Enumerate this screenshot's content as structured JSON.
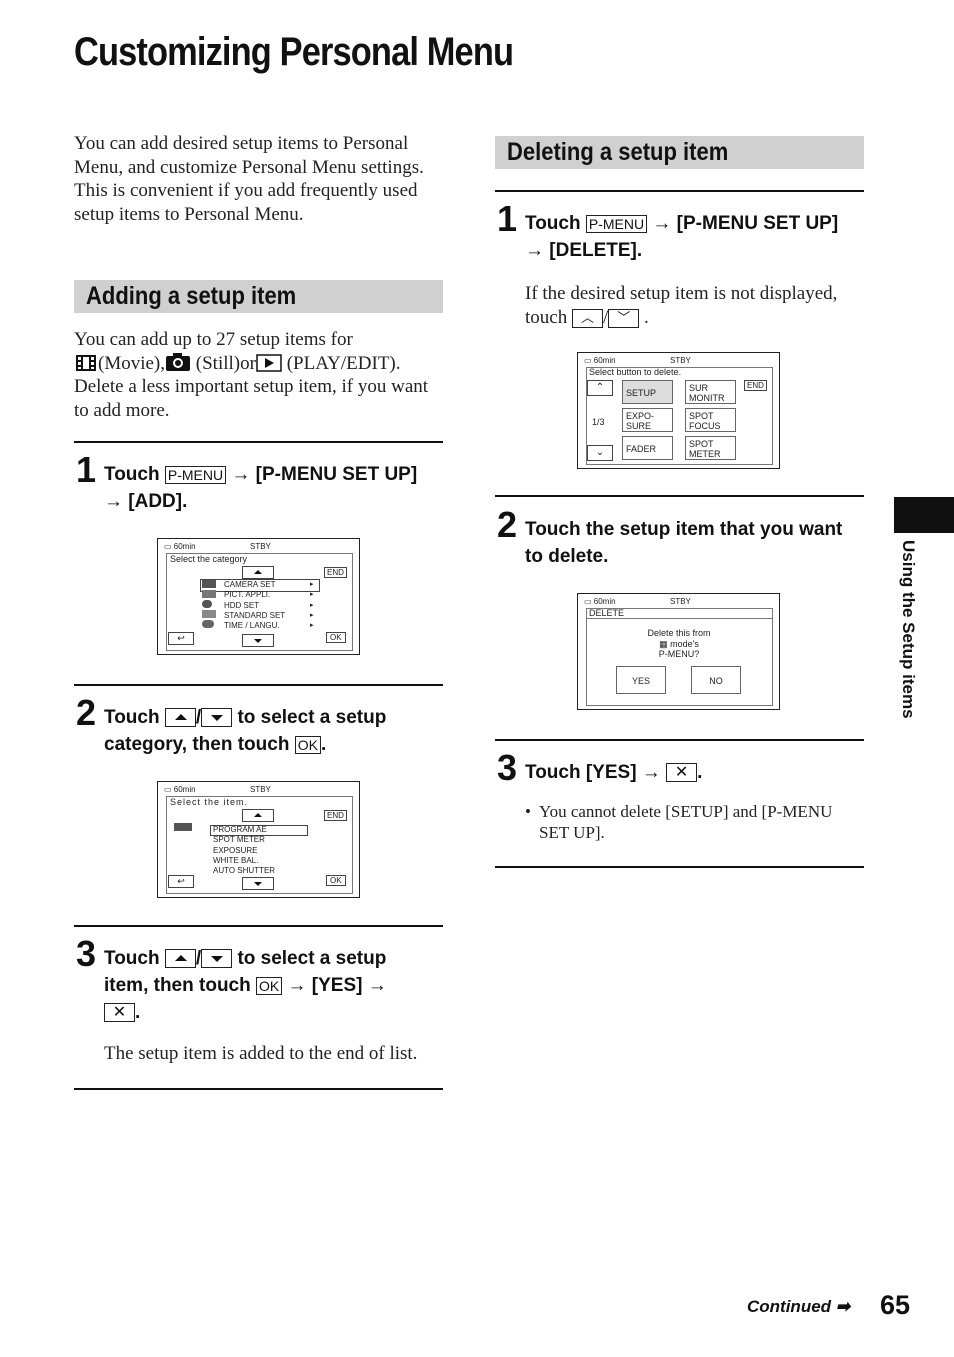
{
  "title": "Customizing Personal Menu",
  "intro": "You can add desired setup items to Personal Menu, and customize Personal Menu settings. This is convenient if you add frequently used setup items to Personal Menu.",
  "adding": {
    "heading": "Adding a setup item",
    "desc_1": "You can add up to 27 setup items for",
    "desc_movie": "(Movie),",
    "desc_still": "(Still)or",
    "desc_play": "(PLAY/EDIT).",
    "desc_2": "Delete a less important setup item, if you want to add more.",
    "step1": {
      "num": "1",
      "touch": "Touch",
      "pmenu": "P-MENU",
      "a1": "→ [P-MENU SET UP]",
      "a2": "→ [ADD]."
    },
    "screen1": {
      "battery": "60min",
      "stby": "STBY",
      "header": "Select the category",
      "items": [
        "CAMERA SET",
        "PICT. APPLI.",
        "HDD SET",
        "STANDARD SET",
        "TIME / LANGU."
      ],
      "end": "END",
      "ok": "OK"
    },
    "step2": {
      "num": "2",
      "touch": "Touch",
      "slash": "/",
      "t1": "to select a setup",
      "t2": "category, then touch",
      "ok": "OK",
      "period": "."
    },
    "screen2": {
      "battery": "60min",
      "stby": "STBY",
      "header": "Select the item.",
      "items": [
        "PROGRAM AE",
        "SPOT METER",
        "EXPOSURE",
        "WHITE BAL.",
        "AUTO SHUTTER"
      ],
      "end": "END",
      "ok": "OK"
    },
    "step3": {
      "num": "3",
      "touch": "Touch",
      "slash": "/",
      "t1": "to select a setup",
      "t2": "item, then touch",
      "ok": "OK",
      "t3": "→ [YES] →",
      "period": "."
    },
    "note": "The setup item is added to the end of list."
  },
  "deleting": {
    "heading": "Deleting a setup item",
    "step1": {
      "num": "1",
      "touch": "Touch",
      "pmenu": "P-MENU",
      "a1": "→ [P-MENU SET UP]",
      "a2": "→ [DELETE]."
    },
    "step1_note_1": "If the desired setup item is not displayed,",
    "step1_note_2": "touch",
    "step1_note_slash": "/",
    "step1_note_end": ".",
    "screen1": {
      "battery": "60min",
      "stby": "STBY",
      "header": "Select button to delete.",
      "page": "1/3",
      "end": "END",
      "buttons": [
        "SETUP",
        "SUR MONITR",
        "EXPO-SURE",
        "SPOT FOCUS",
        "FADER",
        "SPOT METER"
      ]
    },
    "step2": {
      "num": "2",
      "text1": "Touch the setup item that you want",
      "text2": "to delete."
    },
    "screen2": {
      "battery": "60min",
      "stby": "STBY",
      "header": "DELETE",
      "msg1": "Delete this from",
      "msg2": "mode's",
      "msg3": "P-MENU?",
      "yes": "YES",
      "no": "NO"
    },
    "step3": {
      "num": "3",
      "text": "Touch [YES] →",
      "period": "."
    },
    "bullet": "You cannot delete [SETUP] and [P-MENU SET UP]."
  },
  "side_tab": "Using the Setup items",
  "footer": {
    "continued": "Continued",
    "page": "65"
  }
}
